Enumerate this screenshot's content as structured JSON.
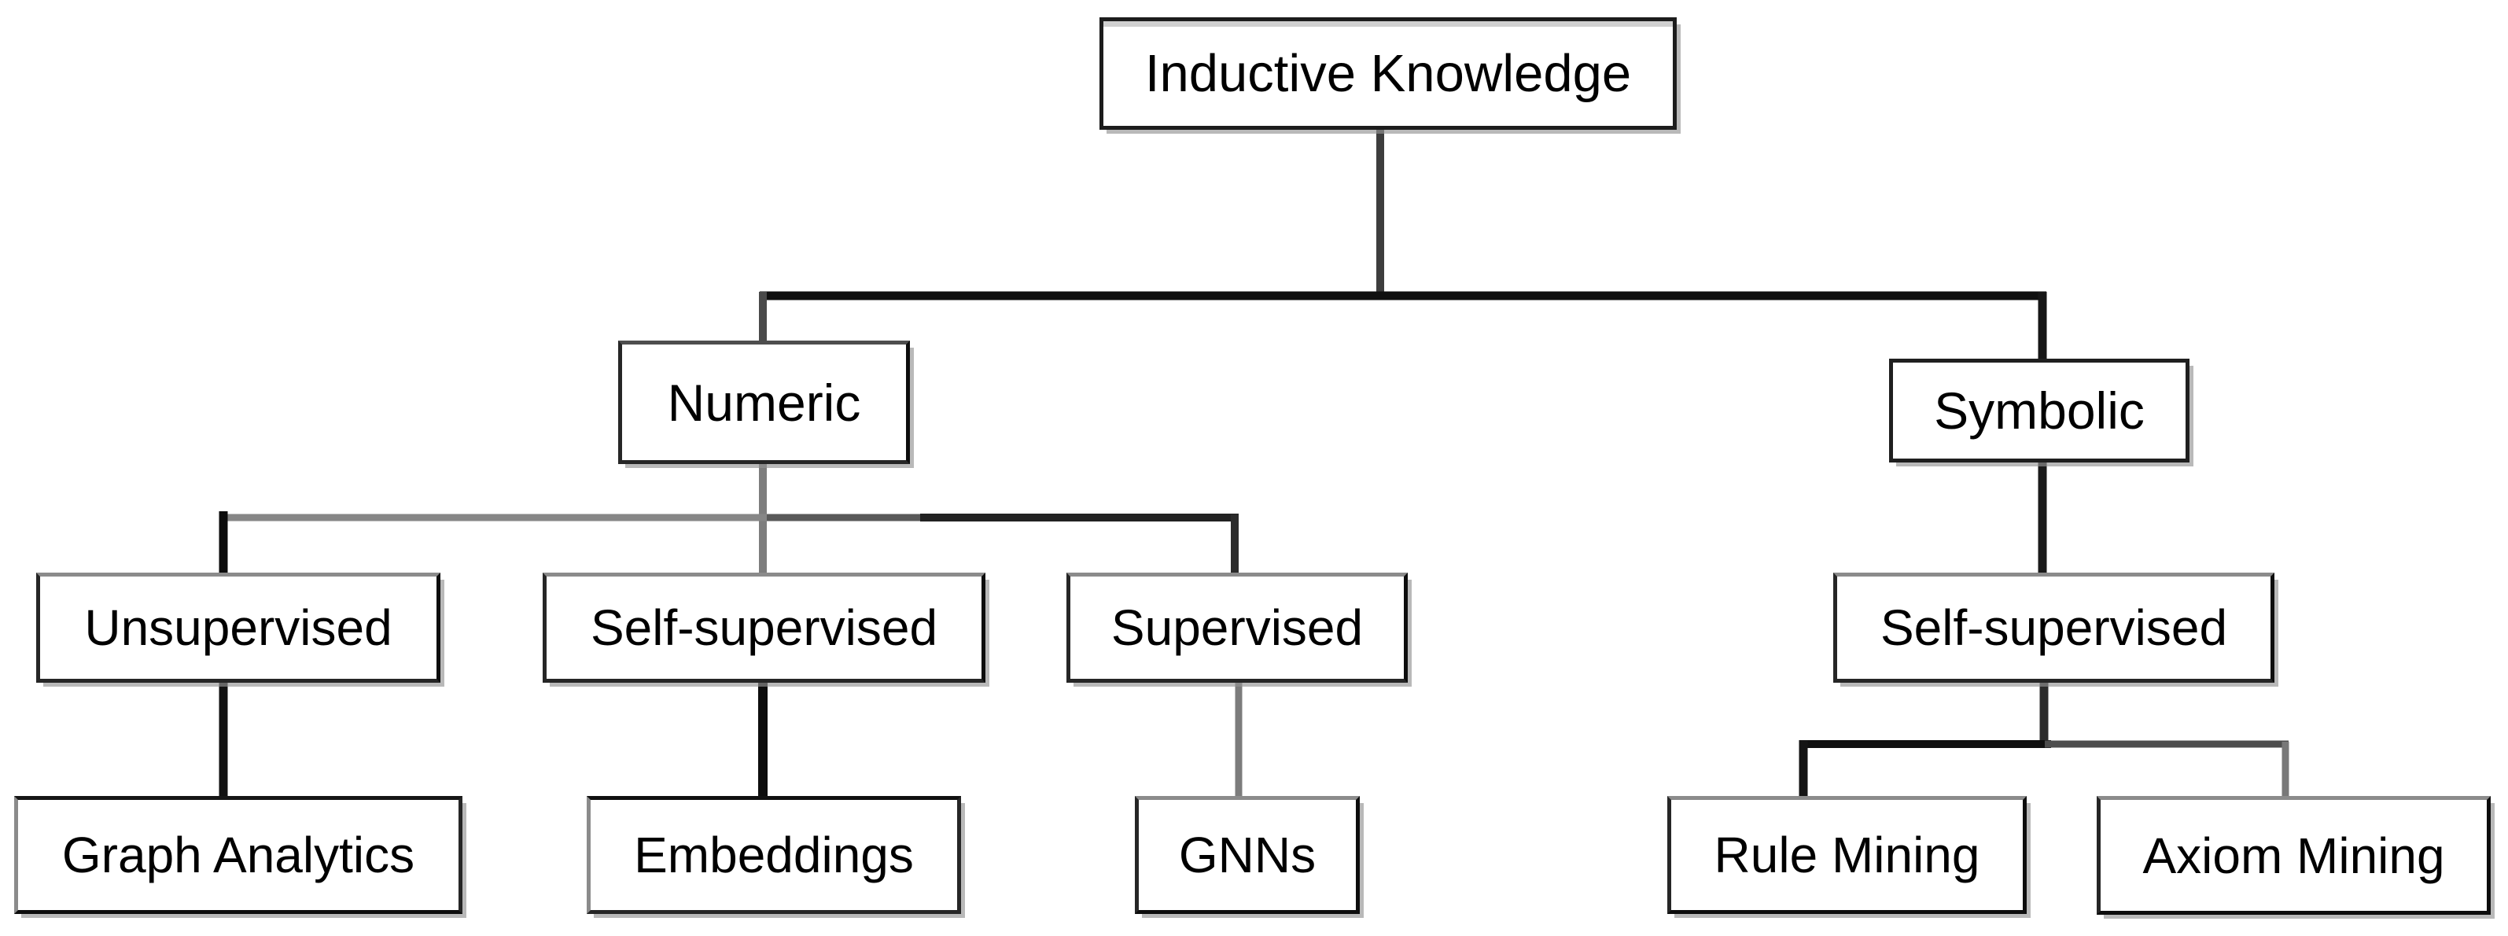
{
  "figure": {
    "type": "tree-diagram",
    "root_label": "Inductive Knowledge",
    "nodes": {
      "root": {
        "label": "Inductive Knowledge",
        "level": 0
      },
      "numeric": {
        "label": "Numeric",
        "level": 1
      },
      "symbolic": {
        "label": "Symbolic",
        "level": 1
      },
      "unsupervised": {
        "label": "Unsupervised",
        "level": 2
      },
      "self_supervised_num": {
        "label": "Self-supervised",
        "level": 2
      },
      "supervised": {
        "label": "Supervised",
        "level": 2
      },
      "self_supervised_sym": {
        "label": "Self-supervised",
        "level": 2
      },
      "graph_analytics": {
        "label": "Graph Analytics",
        "level": 3
      },
      "embeddings": {
        "label": "Embeddings",
        "level": 3
      },
      "gnns": {
        "label": "GNNs",
        "level": 3
      },
      "rule_mining": {
        "label": "Rule Mining",
        "level": 3
      },
      "axiom_mining": {
        "label": "Axiom Mining",
        "level": 3
      }
    },
    "edges": [
      {
        "from": "root",
        "to": "numeric"
      },
      {
        "from": "root",
        "to": "symbolic"
      },
      {
        "from": "numeric",
        "to": "unsupervised"
      },
      {
        "from": "numeric",
        "to": "self_supervised_num"
      },
      {
        "from": "numeric",
        "to": "supervised"
      },
      {
        "from": "unsupervised",
        "to": "graph_analytics"
      },
      {
        "from": "self_supervised_num",
        "to": "embeddings"
      },
      {
        "from": "supervised",
        "to": "gnns"
      },
      {
        "from": "symbolic",
        "to": "self_supervised_sym"
      },
      {
        "from": "self_supervised_sym",
        "to": "rule_mining"
      },
      {
        "from": "self_supervised_sym",
        "to": "axiom_mining"
      }
    ],
    "colors": {
      "background": "#ffffff",
      "box_fill": "#ffffff",
      "box_border": "#262626",
      "box_border_highlight": "#8b8b8b",
      "text": "#000000",
      "line_black": "#101010",
      "line_dark_gray": "#3f3f3f",
      "line_gray": "#868686"
    }
  }
}
